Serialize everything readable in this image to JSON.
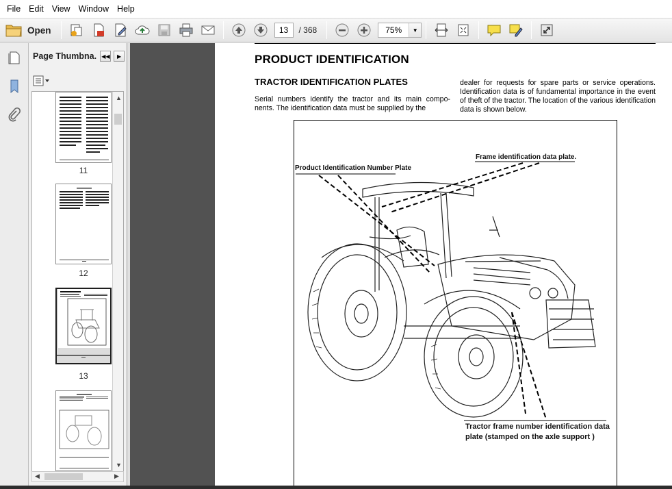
{
  "menu": [
    "File",
    "Edit",
    "View",
    "Window",
    "Help"
  ],
  "toolbar": {
    "open_label": "Open",
    "page_current": "13",
    "page_total": "/ 368",
    "zoom": "75%"
  },
  "sidebar": {
    "title": "Page Thumbna...",
    "thumbnails": [
      {
        "label": "11"
      },
      {
        "label": "12"
      },
      {
        "label": "13"
      }
    ]
  },
  "document": {
    "heading": "PRODUCT IDENTIFICATION",
    "subheading": "TRACTOR IDENTIFICATION PLATES",
    "paragraph_col1": "Serial numbers identify the tractor and its main compo- nents.  The identification data must be supplied by the",
    "paragraph_col2": "dealer for requests for spare parts or service operations. Identification data is of fundamental importance in the event of theft of the tractor.  The location of the various identification data is shown below.",
    "figure": {
      "label_pin": "Product Identification Number Plate",
      "label_frame": "Frame identification data plate.",
      "label_tractor_frame": "Tractor frame number identification data plate (stamped on the axle support )"
    }
  },
  "colors": {
    "viewer_bg": "#525252",
    "toolbar_accent": "#2f6fb5"
  }
}
